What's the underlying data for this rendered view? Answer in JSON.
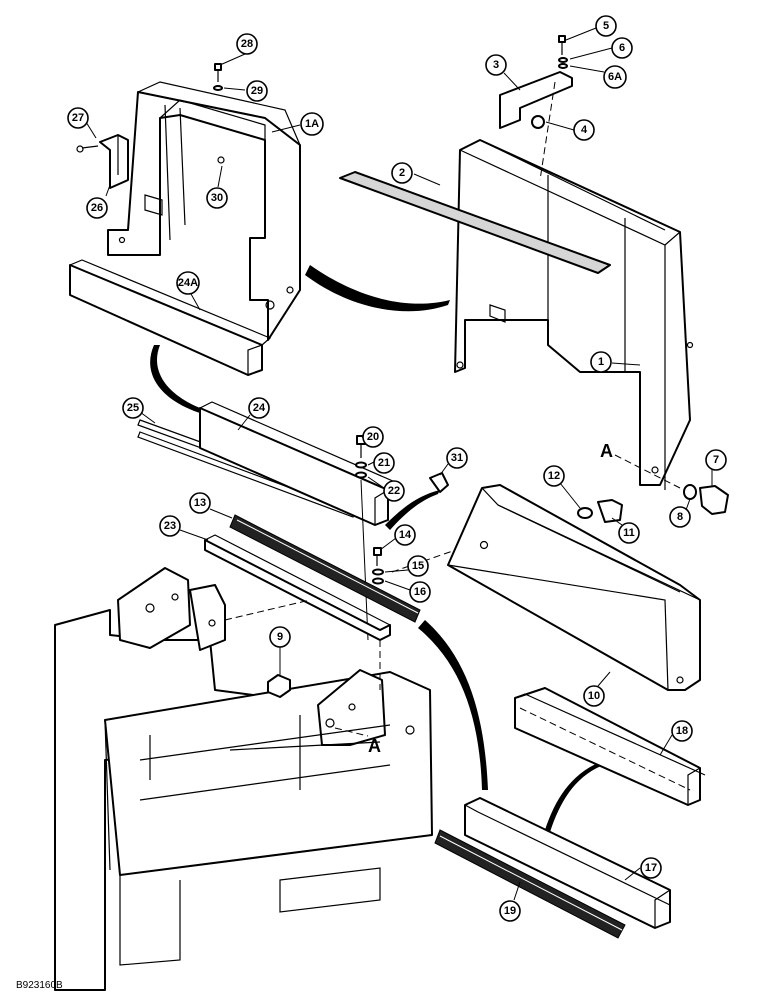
{
  "diagram": {
    "callouts": [
      "28",
      "29",
      "1A",
      "27",
      "26",
      "30",
      "24A",
      "5",
      "6",
      "6A",
      "3",
      "4",
      "2",
      "1",
      "25",
      "24",
      "20",
      "21",
      "22",
      "31",
      "13",
      "23",
      "14",
      "15",
      "16",
      "12",
      "11",
      "7",
      "8",
      "9",
      "10",
      "18",
      "17",
      "19"
    ],
    "reference_letter": "A",
    "drawing_code": "B923160B"
  }
}
